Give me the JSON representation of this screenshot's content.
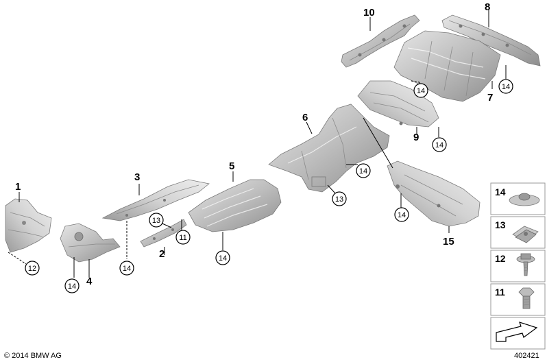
{
  "diagram": {
    "callouts": {
      "c1": "1",
      "c2": "2",
      "c3": "3",
      "c4": "4",
      "c5": "5",
      "c6": "6",
      "c7": "7",
      "c8": "8",
      "c9": "9",
      "c10": "10",
      "c15": "15"
    },
    "circled": {
      "c11": "11",
      "c12": "12",
      "c13": "13",
      "c14": "14"
    },
    "legend": [
      {
        "label": "14",
        "icon": "clip-nut-icon"
      },
      {
        "label": "13",
        "icon": "spring-nut-icon"
      },
      {
        "label": "12",
        "icon": "collar-screw-icon"
      },
      {
        "label": "11",
        "icon": "hex-bolt-icon"
      }
    ],
    "copyright": "© 2014 BMW AG",
    "diagram_id": "402421",
    "colors": {
      "part_light": "#dcdcdc",
      "part_mid": "#b4b4b4",
      "part_dark": "#8c8c8c"
    }
  }
}
